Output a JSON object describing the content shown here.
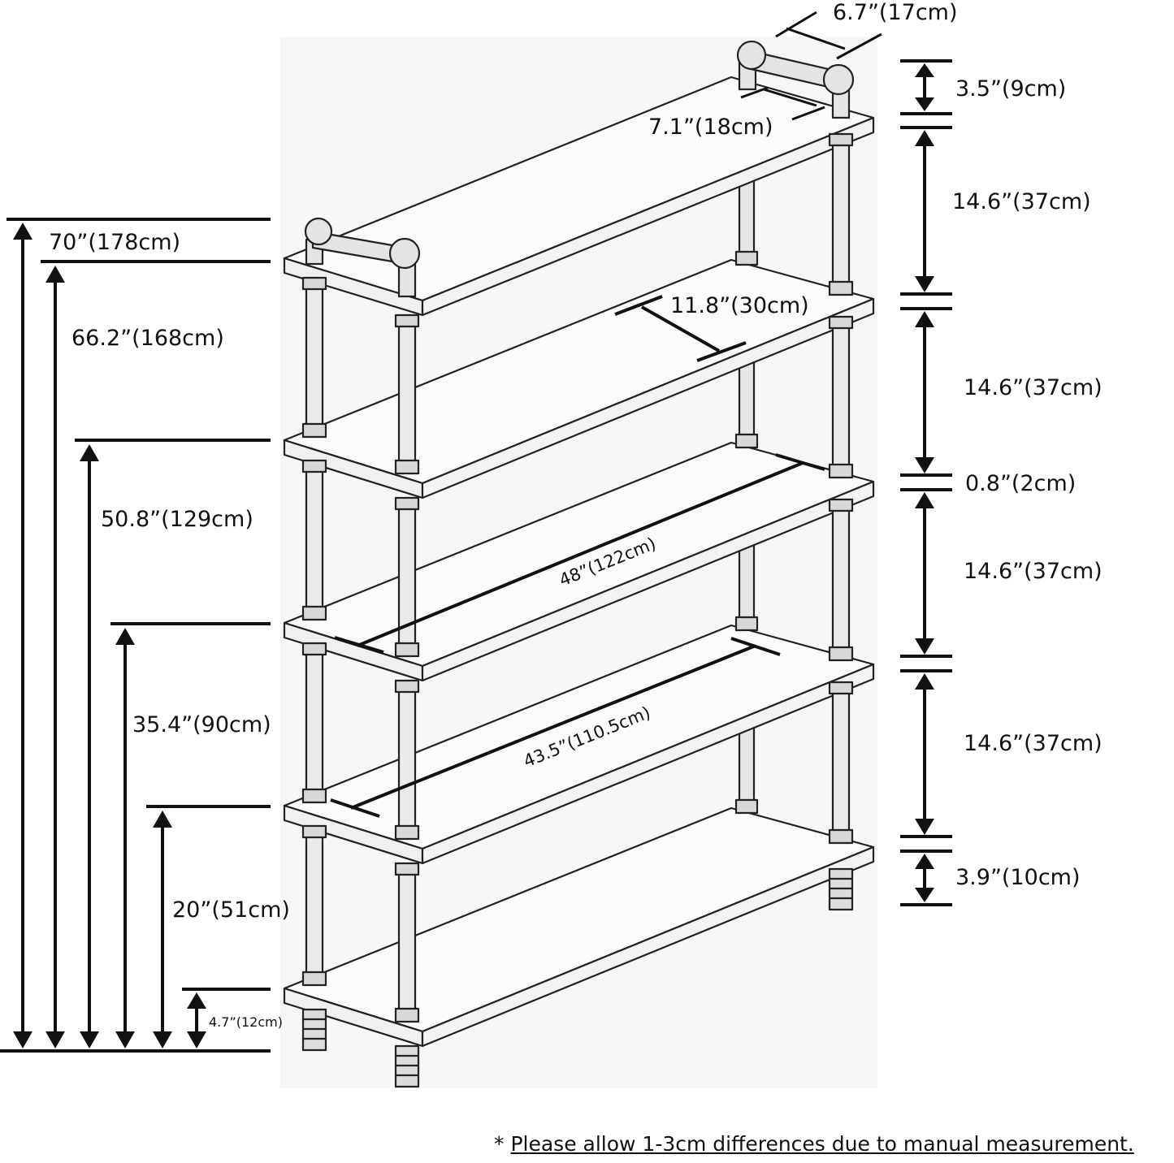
{
  "dimensions": {
    "top_rail_depth": "6.7”(17cm)",
    "top_rail_height": "3.5”(9cm)",
    "top_rail_inner": "7.1”(18cm)",
    "tier_gap_1": "14.6”(37cm)",
    "tier_gap_2": "14.6”(37cm)",
    "tier_gap_3": "14.6”(37cm)",
    "tier_gap_4": "14.6”(37cm)",
    "board_thickness": "0.8”(2cm)",
    "foot_height": "3.9”(10cm)",
    "shelf_depth": "11.8”(30cm)",
    "overall_width": "48”(122cm)",
    "inner_width": "43.5”(110.5cm)",
    "total_height": "70”(178cm)",
    "top_shelf_height": "66.2”(168cm)",
    "shelf4_height": "50.8”(129cm)",
    "shelf3_height": "35.4”(90cm)",
    "shelf2_height": "20”(51cm)",
    "bottom_shelf_height": "4.7”(12cm)"
  },
  "note": {
    "prefix": "* ",
    "text": "Please allow 1-3cm differences due to manual measurement."
  }
}
